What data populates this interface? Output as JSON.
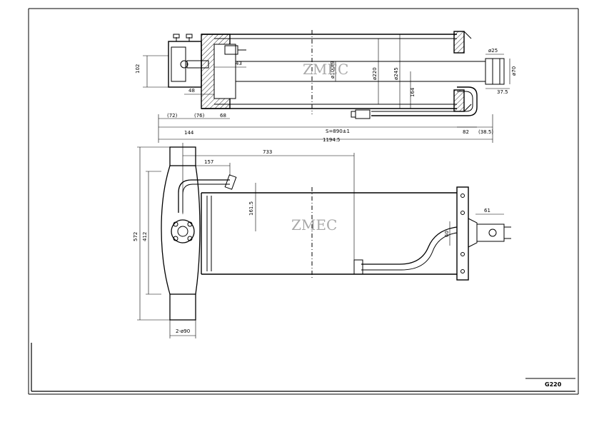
{
  "watermark": "ZMEC",
  "drawing_code": "G220",
  "top_view_dimensions": {
    "height_102": "102",
    "len_43": "43",
    "len_48": "48",
    "len_72": "(72)",
    "len_76": "(76)",
    "len_68": "68",
    "len_144": "144",
    "stroke": "S=890±1",
    "overall": "1194.5",
    "len_82": "82",
    "len_38_5": "(38.5)",
    "len_37_5": "37.5",
    "dia_25": "ø25",
    "dia_70": "ø70",
    "dia_100": "ø100f9",
    "dia_220": "ø220",
    "dia_245": "ø245",
    "height_164": "164"
  },
  "front_view_dimensions": {
    "len_733": "733",
    "len_157": "157",
    "height_161_5": "161.5",
    "height_572": "572",
    "height_412": "412",
    "dia_90": "2-ø90",
    "len_61": "61",
    "height_60": "60"
  }
}
